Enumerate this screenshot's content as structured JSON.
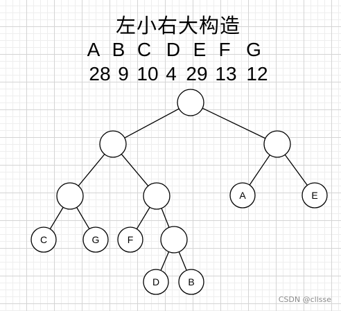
{
  "title": "左小右大构造",
  "letters": [
    "A",
    "B",
    "C",
    "D",
    "E",
    "F",
    "G"
  ],
  "weights": [
    "28",
    "9",
    "10",
    "4",
    "29",
    "13",
    "12"
  ],
  "tree": {
    "nodes": [
      {
        "id": "root",
        "label": ""
      },
      {
        "id": "n-left",
        "label": ""
      },
      {
        "id": "n-right",
        "label": ""
      },
      {
        "id": "n-ll",
        "label": ""
      },
      {
        "id": "n-lr",
        "label": ""
      },
      {
        "id": "leaf-a",
        "label": "A"
      },
      {
        "id": "leaf-e",
        "label": "E"
      },
      {
        "id": "leaf-c",
        "label": "C"
      },
      {
        "id": "leaf-g",
        "label": "G"
      },
      {
        "id": "leaf-f",
        "label": "F"
      },
      {
        "id": "n-lrr",
        "label": ""
      },
      {
        "id": "leaf-d",
        "label": "D"
      },
      {
        "id": "leaf-b",
        "label": "B"
      }
    ],
    "edges": [
      [
        "root",
        "n-left"
      ],
      [
        "root",
        "n-right"
      ],
      [
        "n-left",
        "n-ll"
      ],
      [
        "n-left",
        "n-lr"
      ],
      [
        "n-right",
        "leaf-a"
      ],
      [
        "n-right",
        "leaf-e"
      ],
      [
        "n-ll",
        "leaf-c"
      ],
      [
        "n-ll",
        "leaf-g"
      ],
      [
        "n-lr",
        "leaf-f"
      ],
      [
        "n-lr",
        "n-lrr"
      ],
      [
        "n-lrr",
        "leaf-d"
      ],
      [
        "n-lrr",
        "leaf-b"
      ]
    ]
  },
  "watermark": "CSDN @cllsse"
}
